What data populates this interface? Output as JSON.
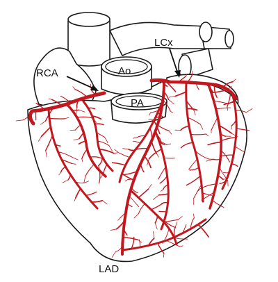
{
  "diagram": {
    "labels": {
      "rca": "RCA",
      "lcx": "LCx",
      "lad": "LAD",
      "aorta": "Ao",
      "pulmonary_artery": "PA"
    },
    "colors": {
      "artery": "#c0181e",
      "outline": "#1a1a1a",
      "background": "#ffffff"
    }
  }
}
